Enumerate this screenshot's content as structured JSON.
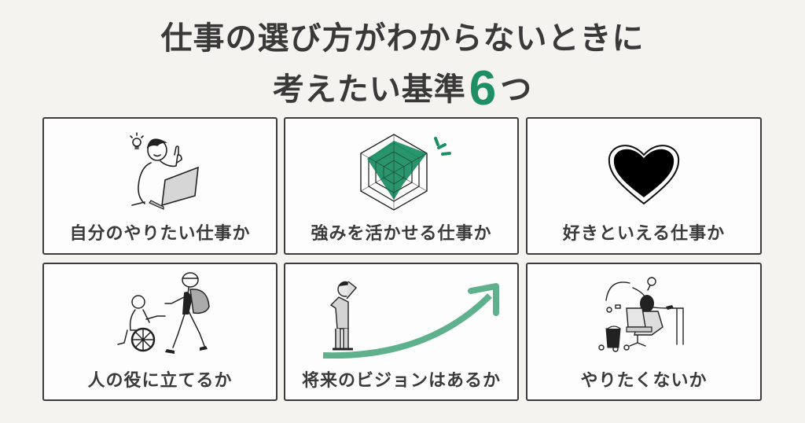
{
  "title": {
    "line1": "仕事の選び方がわからないときに",
    "line2_prefix": "考えたい基準",
    "number": "6",
    "line2_suffix": "つ"
  },
  "colors": {
    "background": "#f4f3f0",
    "accent_green": "#1e8f64",
    "arrow_green": "#5fb08c",
    "text": "#3a3a3a",
    "card_border": "#3c3c3c"
  },
  "cards": [
    {
      "label": "自分のやりたい仕事か",
      "icon": "person-at-laptop-idea-icon"
    },
    {
      "label": "強みを活かせる仕事か",
      "icon": "radar-chart-icon"
    },
    {
      "label": "好きといえる仕事か",
      "icon": "heart-icon"
    },
    {
      "label": "人の役に立てるか",
      "icon": "person-pushing-wheelchair-icon"
    },
    {
      "label": "将来のビジョンはあるか",
      "icon": "person-looking-at-rising-arrow-icon"
    },
    {
      "label": "やりたくないか",
      "icon": "person-throwing-paper-trash-icon"
    }
  ]
}
